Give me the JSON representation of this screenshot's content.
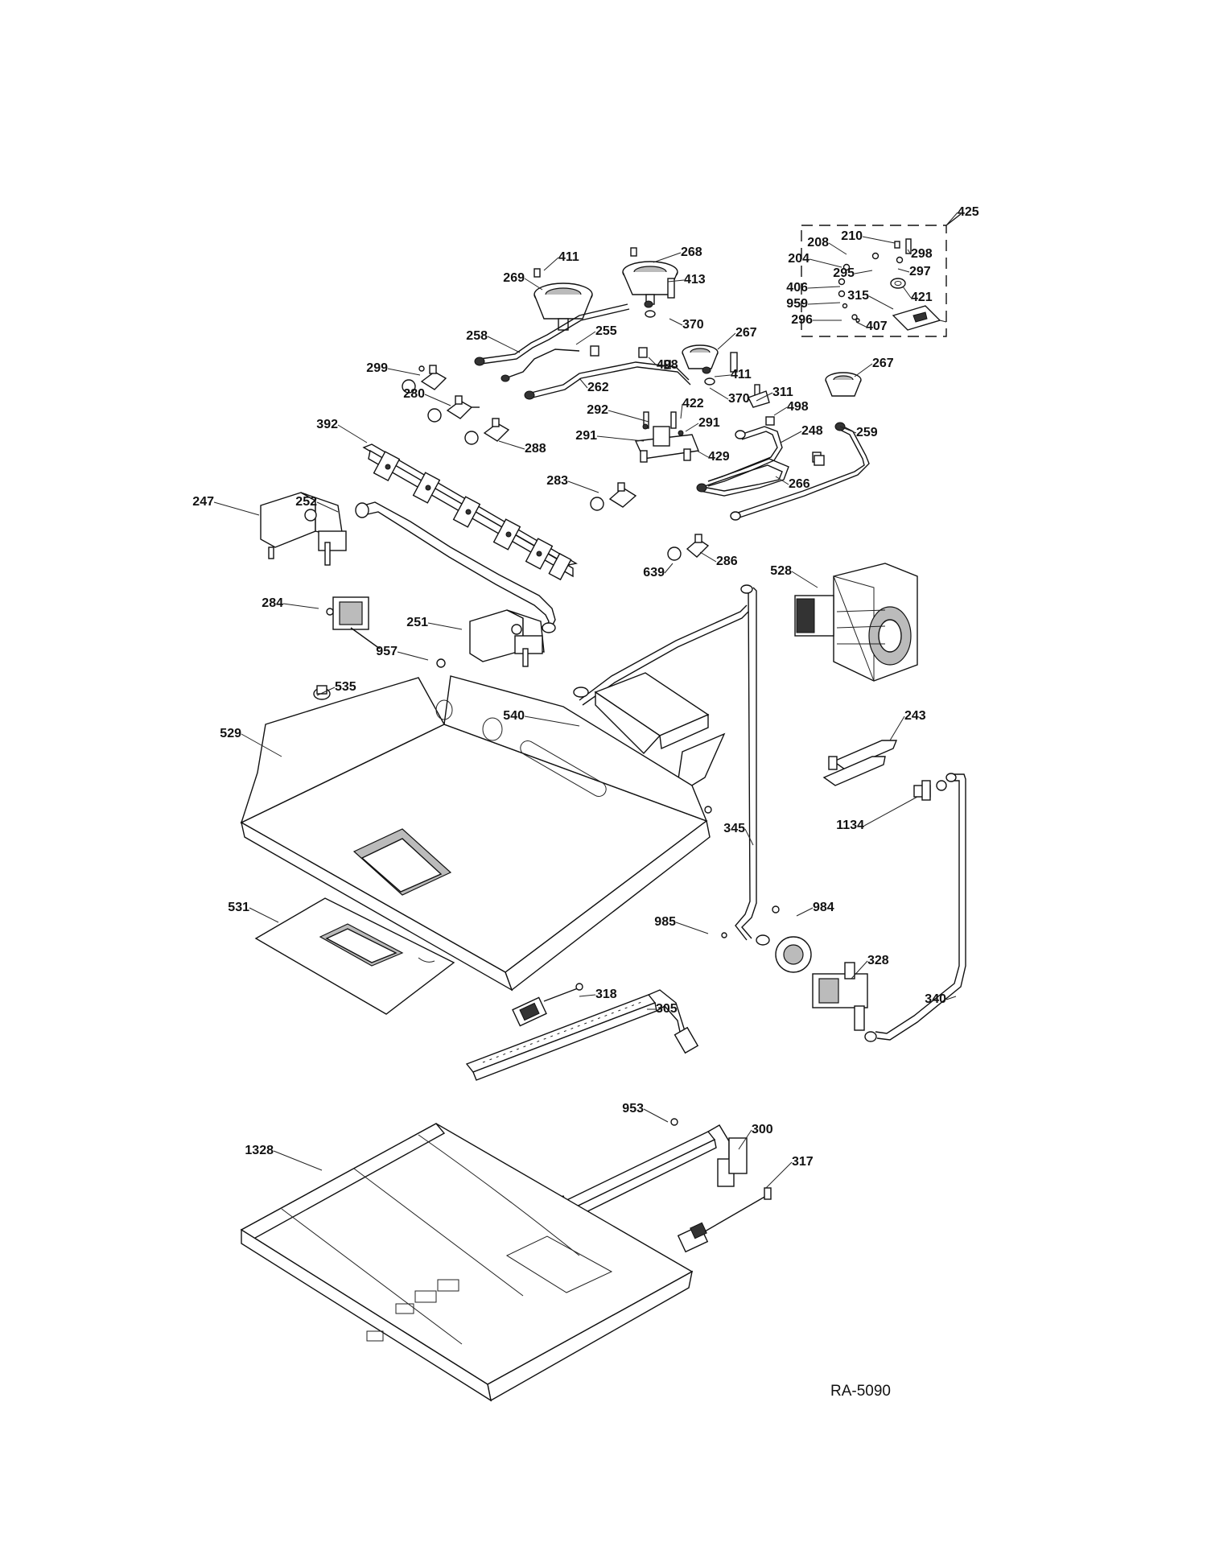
{
  "diagram": {
    "document_code": "RA-5090",
    "part_labels": [
      "425",
      "210",
      "208",
      "298",
      "204",
      "295",
      "297",
      "406",
      "421",
      "959",
      "315",
      "296",
      "407",
      "411",
      "268",
      "269",
      "413",
      "370",
      "258",
      "255",
      "267",
      "498",
      "411",
      "299",
      "280",
      "262",
      "370",
      "311",
      "422",
      "498",
      "292",
      "392",
      "291",
      "291",
      "248",
      "267",
      "259",
      "288",
      "429",
      "266",
      "283",
      "247",
      "252",
      "286",
      "639",
      "528",
      "284",
      "251",
      "957",
      "535",
      "243",
      "540",
      "529",
      "1134",
      "345",
      "984",
      "985",
      "531",
      "328",
      "318",
      "305",
      "340",
      "953",
      "300",
      "317",
      "1328"
    ]
  }
}
